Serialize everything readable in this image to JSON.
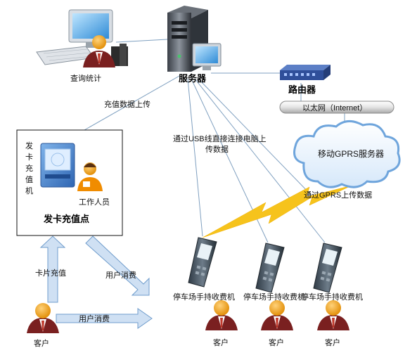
{
  "nodes": {
    "query_stats": "查询统计",
    "server": "服务器",
    "router": "路由器",
    "ethernet": "以太网（Internet）",
    "gprs_server": "移动GPRS服务器",
    "card_machine_lines": [
      "发",
      "卡",
      "充",
      "值",
      "机"
    ],
    "staff": "工作人员",
    "card_point": "发卡充值点",
    "terminal_label": "停车场手持收费机",
    "customer": "客户"
  },
  "edges": {
    "recharge_upload": "充值数据上传",
    "usb_upload_line1": "通过USB线直接连接电脑上",
    "usb_upload_line2": "传数据",
    "gprs_upload": "通过GPRS上传数据",
    "card_recharge": "卡片充值",
    "user_consume_diag": "用户消费",
    "user_consume_horiz": "用户消费"
  },
  "colors": {
    "arrow_fill": "#cfe0f3",
    "arrow_stroke": "#6f9ccc",
    "line": "#7fa0c0",
    "lightning": "#f6c31c",
    "cloud": "#6fa5dc",
    "tie": "#c0392b",
    "skin": "#f0a21a"
  }
}
